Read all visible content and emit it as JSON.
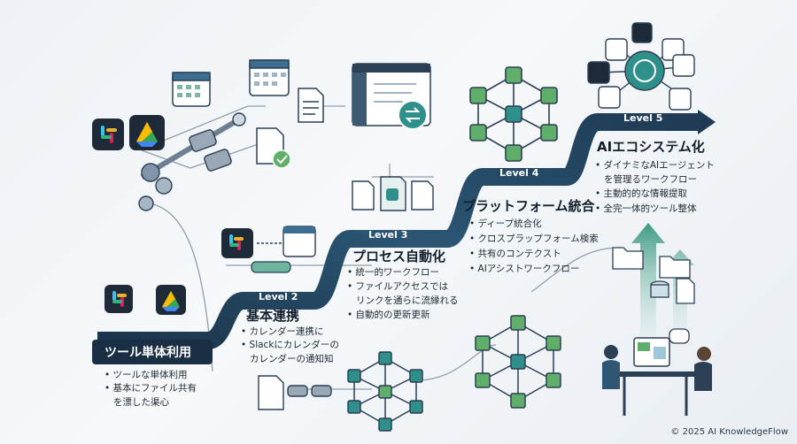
{
  "colors": {
    "path_dark": "#1f3d57",
    "path_mid": "#2e5d78",
    "teal": "#2f8f8a",
    "green": "#5fae6a",
    "navy": "#1a2e44"
  },
  "start": {
    "title": "ツール単体利用",
    "bullets": [
      "ツールな単体利用",
      "基本にファイル共有",
      "を漂した渠心"
    ]
  },
  "levels": [
    {
      "label": "Level 2",
      "title": "基本連携",
      "bullets": [
        "カレンダー連携に",
        "Slackにカレンダーの",
        "カレンダーの通知知"
      ]
    },
    {
      "label": "Level 3",
      "title": "プロセス自動化",
      "bullets": [
        "統一的ワークフロー",
        "ファイルアクセスでは",
        "リンクを通らに流縁れる",
        "自動的の更新更新"
      ]
    },
    {
      "label": "Level 4",
      "title": "プラットフォーム統合",
      "bullets": [
        "ディープ統合化",
        "クロスプラップフォーム検索",
        "共有のコンテクスト",
        "AIアシストワークフロー"
      ]
    },
    {
      "label": "Level 5",
      "title": "AIエコシステム化",
      "bullets": [
        "ダイナミなAIエージェント",
        "を管理るワークフロー",
        "主動的的な情報提取",
        "全完一体的ツール整体"
      ]
    }
  ],
  "copyright": "© 2025 AI KnowledgeFlow"
}
